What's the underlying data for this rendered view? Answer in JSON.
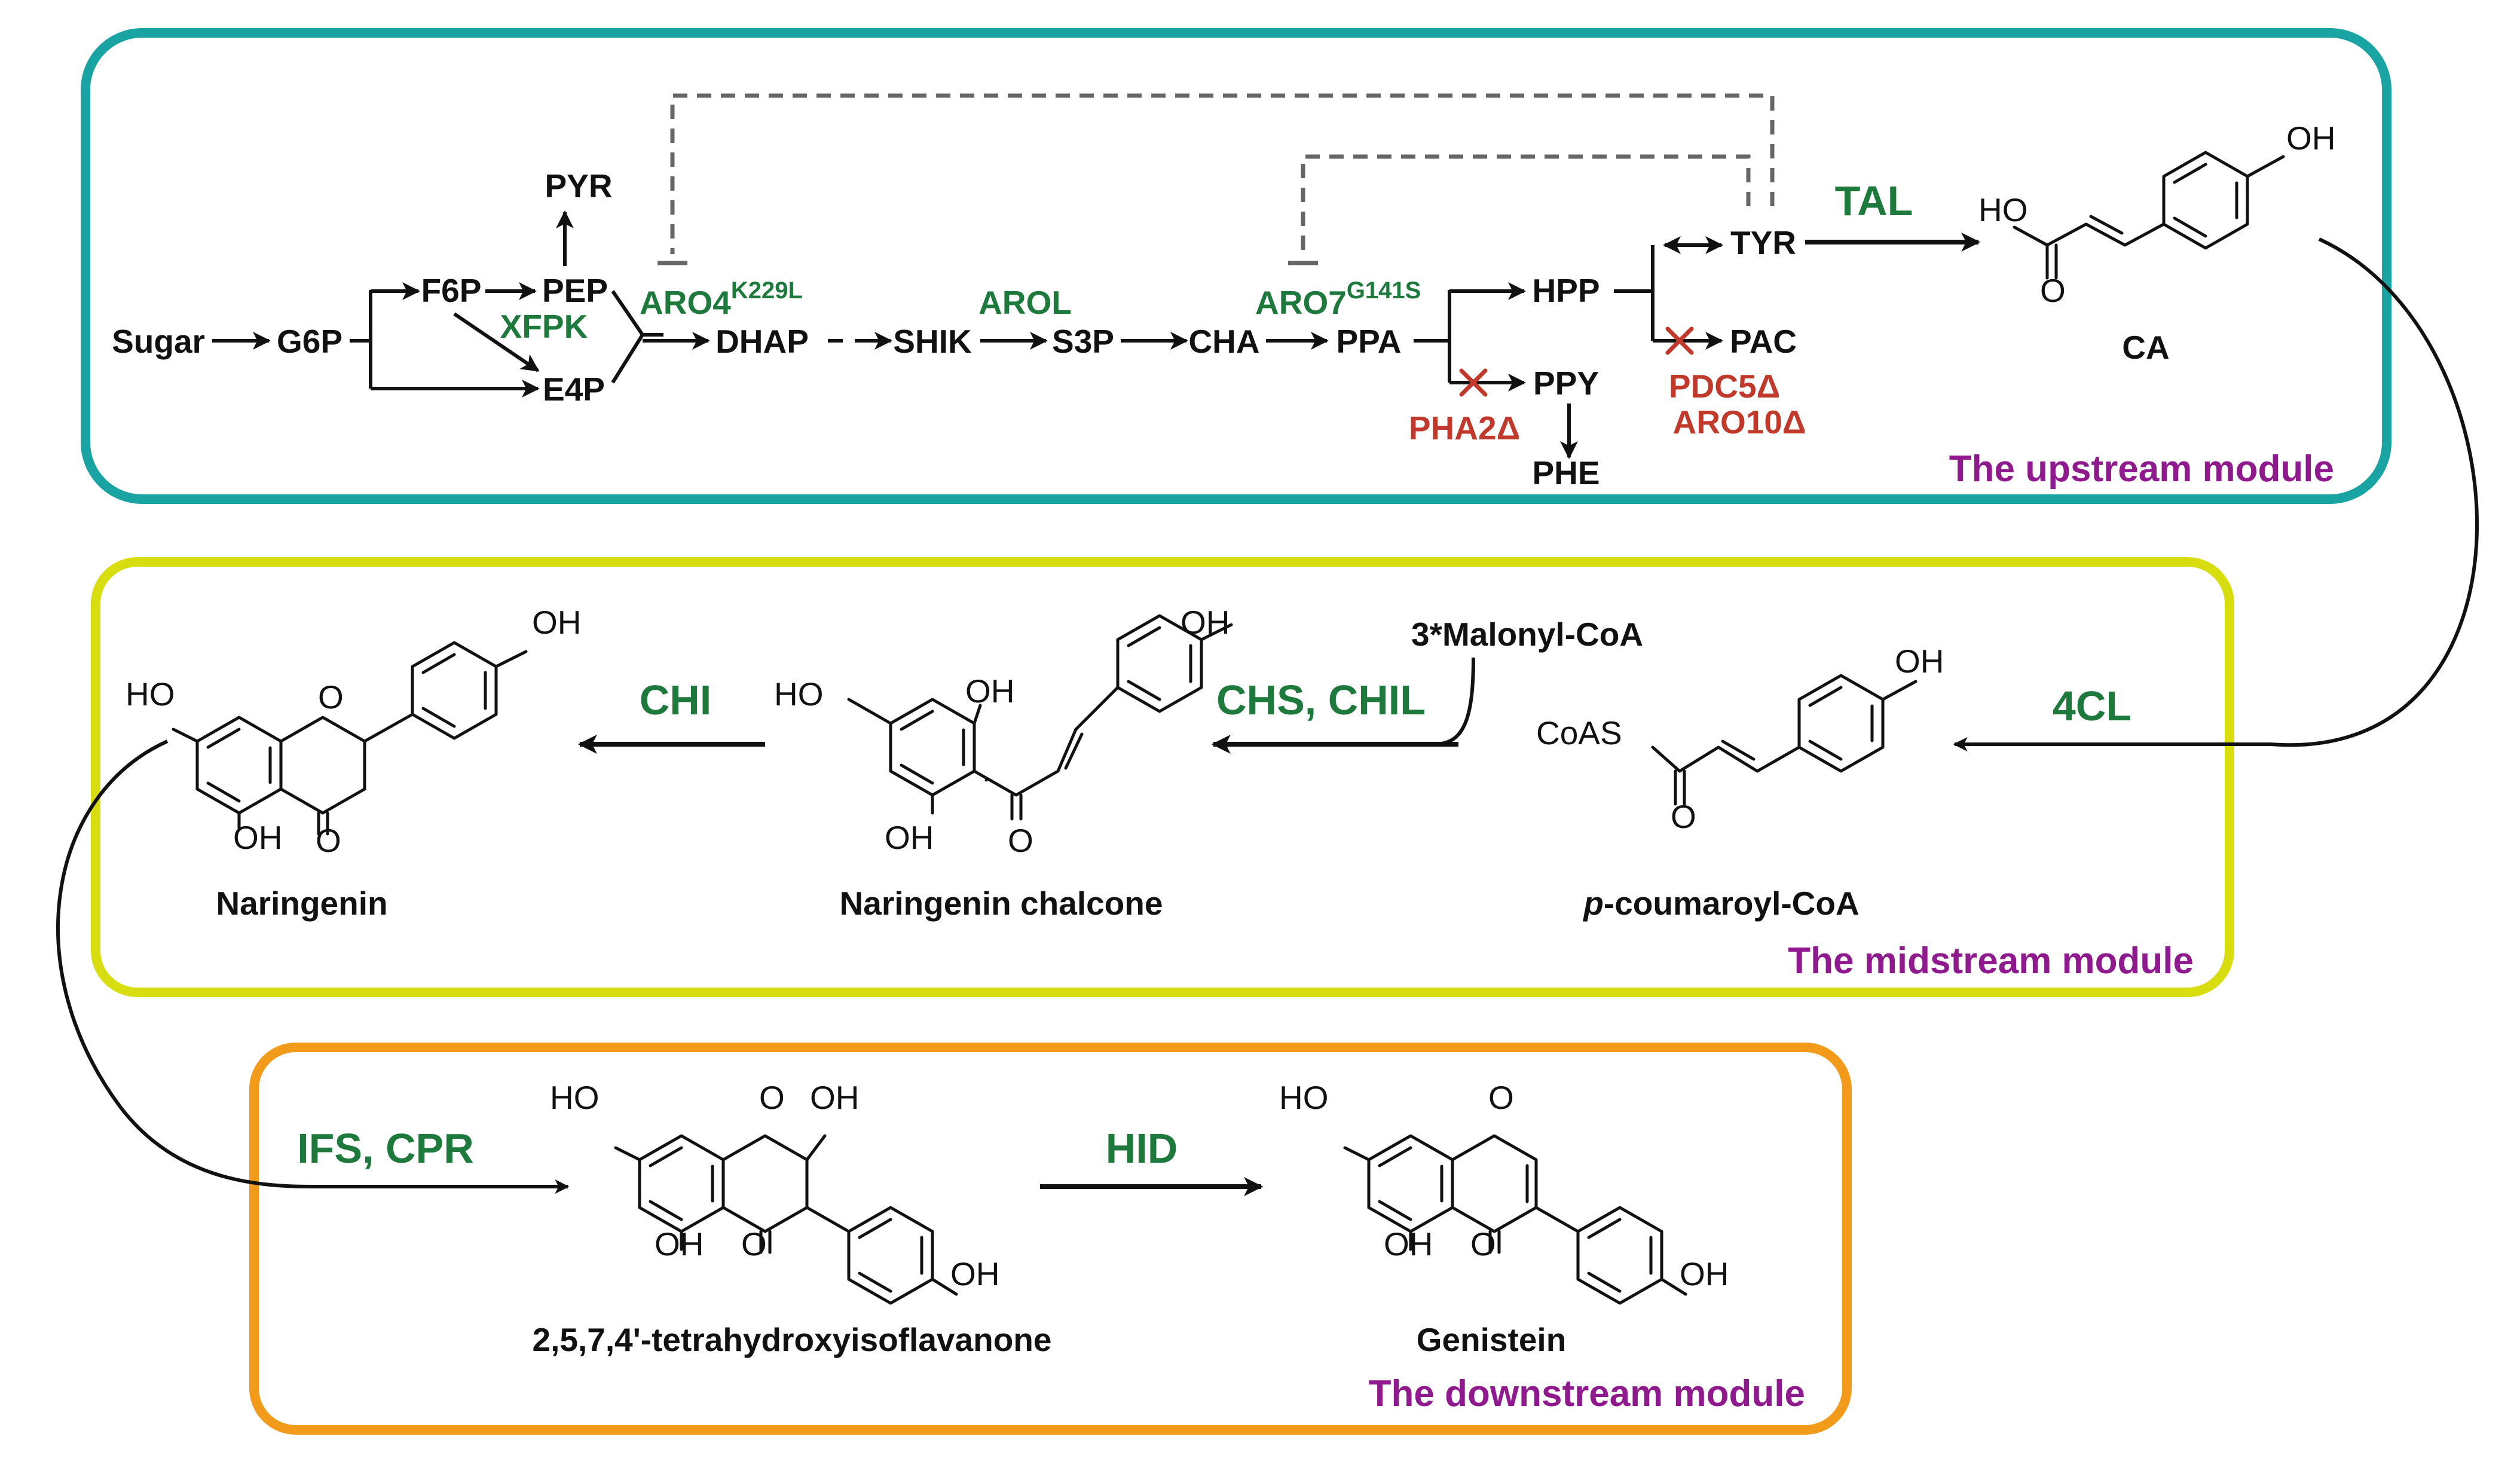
{
  "colors": {
    "upstream_border": "#1aa3a3",
    "midstream_border": "#d8dd10",
    "downstream_border": "#f29a1a",
    "enzyme_green": "#1e7a3c",
    "deletion_red": "#c0392b",
    "module_label_purple": "#8e1a8e",
    "feedback_dash": "#666666"
  },
  "modules": {
    "upstream": "The upstream module",
    "midstream": "The midstream module",
    "downstream": "The downstream module"
  },
  "upstream": {
    "metabolites": {
      "sugar": "Sugar",
      "g6p": "G6P",
      "f6p": "F6P",
      "pep": "PEP",
      "pyr": "PYR",
      "e4p": "E4P",
      "dhap": "DHAP",
      "shik": "SHIK",
      "s3p": "S3P",
      "cha": "CHA",
      "ppa": "PPA",
      "hpp": "HPP",
      "ppy": "PPY",
      "phe": "PHE",
      "tyr": "TYR",
      "pac": "PAC"
    },
    "enzymes": {
      "aro4": "ARO4",
      "aro4_mut": "K229L",
      "xfpk": "XFPK",
      "arol": "AROL",
      "aro7": "ARO7",
      "aro7_mut": "G141S",
      "tal": "TAL"
    },
    "deletions": {
      "pha2": "PHA2Δ",
      "pdc5": "PDC5Δ",
      "aro10": "ARO10Δ"
    },
    "product_label": "CA",
    "product_atoms": {
      "oh": "OH",
      "ho": "HO",
      "o": "O"
    }
  },
  "midstream": {
    "enzymes": {
      "cl4": "4CL",
      "chs_chil": "CHS, CHIL",
      "chi": "CHI"
    },
    "malonyl": "3*Malonyl-CoA",
    "compounds": {
      "coumaroyl_prefix": "p",
      "coumaroyl_rest": "-coumaroyl-CoA",
      "chalcone": "Naringenin chalcone",
      "naringenin": "Naringenin"
    },
    "atoms": {
      "coas": "CoAS",
      "oh": "OH",
      "ho": "HO",
      "o": "O"
    }
  },
  "downstream": {
    "enzymes": {
      "ifs_cpr": "IFS, CPR",
      "hid": "HID"
    },
    "compounds": {
      "tetrahydroxy": "2,5,7,4'-tetrahydroxyisoflavanone",
      "genistein": "Genistein"
    },
    "atoms": {
      "oh": "OH",
      "ho": "HO",
      "o": "O"
    }
  }
}
